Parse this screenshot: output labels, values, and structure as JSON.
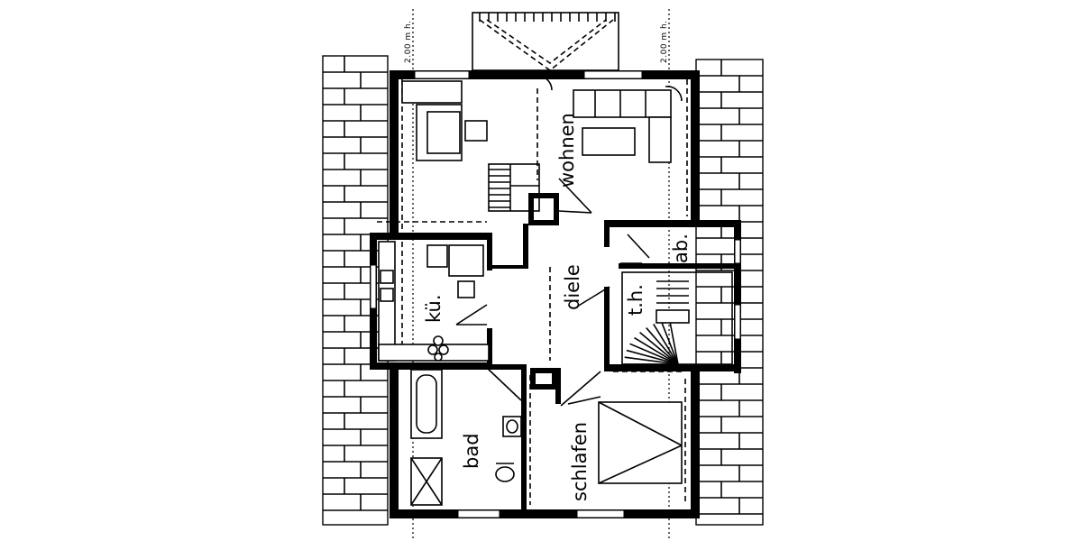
{
  "rooms": {
    "wohnen": "wohnen",
    "kueche": "kü.",
    "diele": "diele",
    "abstell": "ab.",
    "treppenhaus": "t.h.",
    "bad": "bad",
    "schlafen": "schlafen"
  },
  "height_marks": {
    "left": "2.00 m h.",
    "right": "2.00 m h."
  }
}
